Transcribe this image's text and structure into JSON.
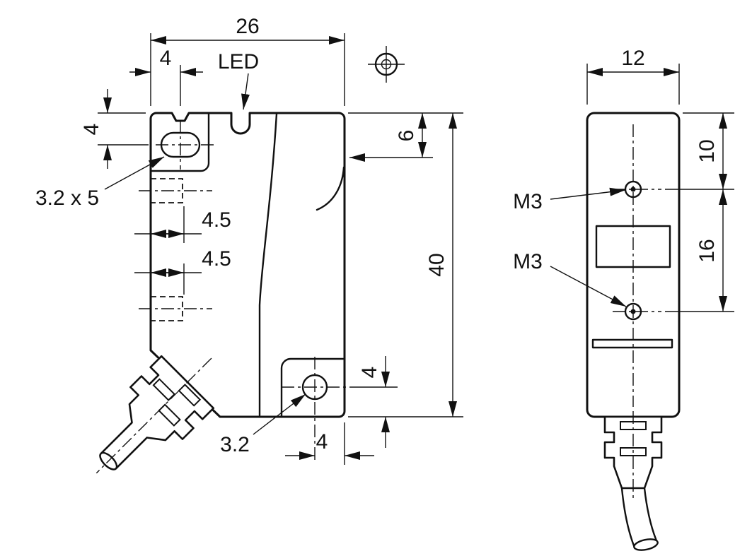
{
  "front_view": {
    "dim_width": "26",
    "dim_slot_x": "4",
    "dim_slot_y": "4",
    "led_label": "LED",
    "slot_callout": "3.2 x 5",
    "dim_side_1": "4.5",
    "dim_side_2": "4.5",
    "dim_axis": "6",
    "dim_height": "40",
    "dim_hole_y": "4",
    "dim_hole_x": "4",
    "hole_callout": "3.2"
  },
  "side_view": {
    "dim_width": "12",
    "dim_hole_top": "10",
    "dim_hole_spacing": "16",
    "thread_top": "M3",
    "thread_bottom": "M3"
  },
  "colors": {
    "line": "#111111",
    "background": "#ffffff"
  }
}
